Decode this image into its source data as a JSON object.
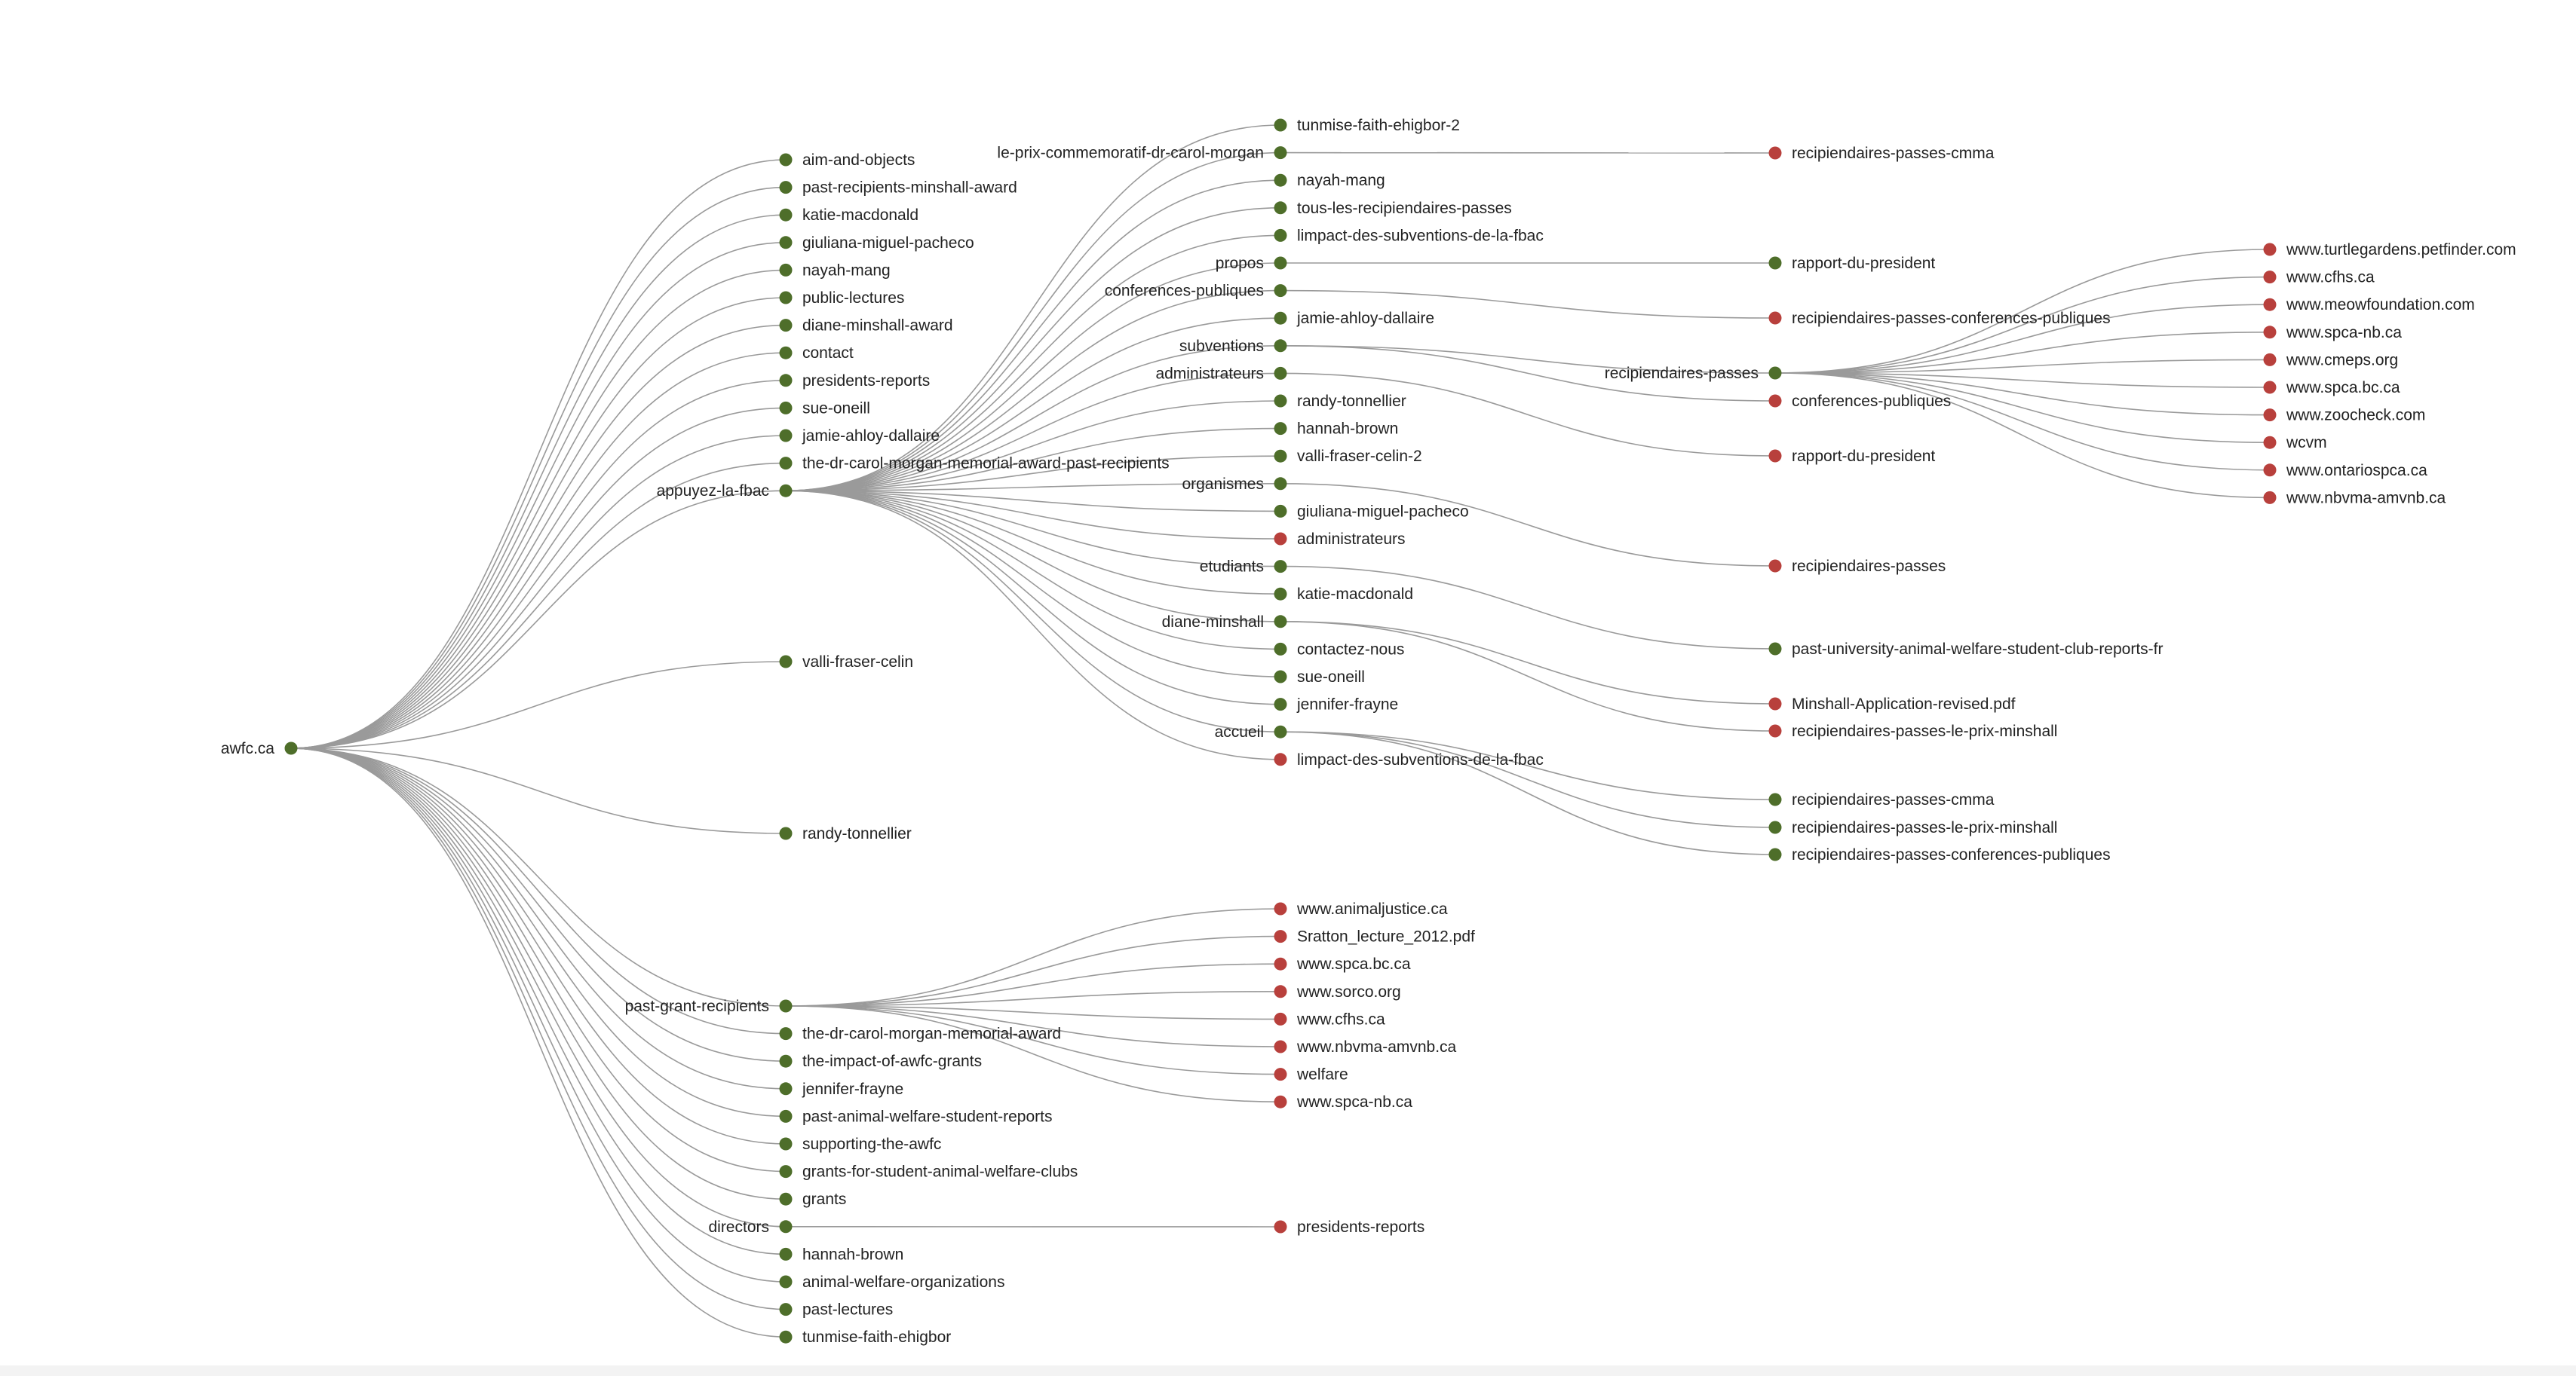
{
  "colors": {
    "internal": "#4e6e2a",
    "external": "#b8403c",
    "link": "#9a9a9a"
  },
  "tree": {
    "name": "awfc.ca",
    "type": "internal",
    "children": [
      {
        "name": "aim-and-objects",
        "type": "internal"
      },
      {
        "name": "past-recipients-minshall-award",
        "type": "internal"
      },
      {
        "name": "katie-macdonald",
        "type": "internal"
      },
      {
        "name": "giuliana-miguel-pacheco",
        "type": "internal"
      },
      {
        "name": "nayah-mang",
        "type": "internal"
      },
      {
        "name": "public-lectures",
        "type": "internal"
      },
      {
        "name": "diane-minshall-award",
        "type": "internal"
      },
      {
        "name": "contact",
        "type": "internal"
      },
      {
        "name": "presidents-reports",
        "type": "internal"
      },
      {
        "name": "sue-oneill",
        "type": "internal"
      },
      {
        "name": "jamie-ahloy-dallaire",
        "type": "internal"
      },
      {
        "name": "the-dr-carol-morgan-memorial-award-past-recipients",
        "type": "internal"
      },
      {
        "name": "appuyez-la-fbac",
        "type": "internal",
        "children": [
          {
            "name": "tunmise-faith-ehigbor-2",
            "type": "internal"
          },
          {
            "name": "le-prix-commemoratif-dr-carol-morgan",
            "type": "internal",
            "children": [
              {
                "name": "recipiendaires-passes-cmma",
                "type": "external"
              }
            ]
          },
          {
            "name": "nayah-mang",
            "type": "internal"
          },
          {
            "name": "tous-les-recipiendaires-passes",
            "type": "internal"
          },
          {
            "name": "limpact-des-subventions-de-la-fbac",
            "type": "internal"
          },
          {
            "name": "propos",
            "type": "internal",
            "children": [
              {
                "name": "rapport-du-president",
                "type": "internal"
              }
            ]
          },
          {
            "name": "conferences-publiques",
            "type": "internal",
            "children": [
              {
                "name": "recipiendaires-passes-conferences-publiques",
                "type": "external"
              }
            ]
          },
          {
            "name": "jamie-ahloy-dallaire",
            "type": "internal"
          },
          {
            "name": "subventions",
            "type": "internal",
            "children": [
              {
                "name": "recipiendaires-passes",
                "type": "internal",
                "children": [
                  {
                    "name": "www.turtlegardens.petfinder.com",
                    "type": "external"
                  },
                  {
                    "name": "www.cfhs.ca",
                    "type": "external"
                  },
                  {
                    "name": "www.meowfoundation.com",
                    "type": "external"
                  },
                  {
                    "name": "www.spca-nb.ca",
                    "type": "external"
                  },
                  {
                    "name": "www.cmeps.org",
                    "type": "external"
                  },
                  {
                    "name": "www.spca.bc.ca",
                    "type": "external"
                  },
                  {
                    "name": "www.zoocheck.com",
                    "type": "external"
                  },
                  {
                    "name": "wcvm",
                    "type": "external"
                  },
                  {
                    "name": "www.ontariospca.ca",
                    "type": "external"
                  },
                  {
                    "name": "www.nbvma-amvnb.ca",
                    "type": "external"
                  }
                ]
              },
              {
                "name": "conferences-publiques",
                "type": "external"
              }
            ]
          },
          {
            "name": "administrateurs",
            "type": "internal",
            "children": [
              {
                "name": "rapport-du-president",
                "type": "external"
              }
            ]
          },
          {
            "name": "randy-tonnellier",
            "type": "internal"
          },
          {
            "name": "hannah-brown",
            "type": "internal"
          },
          {
            "name": "valli-fraser-celin-2",
            "type": "internal"
          },
          {
            "name": "organismes",
            "type": "internal",
            "children": [
              {
                "name": "recipiendaires-passes",
                "type": "external"
              }
            ]
          },
          {
            "name": "giuliana-miguel-pacheco",
            "type": "internal"
          },
          {
            "name": "administrateurs",
            "type": "external"
          },
          {
            "name": "etudiants",
            "type": "internal",
            "children": [
              {
                "name": "past-university-animal-welfare-student-club-reports-fr",
                "type": "internal"
              }
            ]
          },
          {
            "name": "katie-macdonald",
            "type": "internal"
          },
          {
            "name": "diane-minshall",
            "type": "internal",
            "children": [
              {
                "name": "Minshall-Application-revised.pdf",
                "type": "external"
              },
              {
                "name": "recipiendaires-passes-le-prix-minshall",
                "type": "external"
              }
            ]
          },
          {
            "name": "contactez-nous",
            "type": "internal"
          },
          {
            "name": "sue-oneill",
            "type": "internal"
          },
          {
            "name": "jennifer-frayne",
            "type": "internal"
          },
          {
            "name": "accueil",
            "type": "internal",
            "children": [
              {
                "name": "recipiendaires-passes-cmma",
                "type": "internal"
              },
              {
                "name": "recipiendaires-passes-le-prix-minshall",
                "type": "internal"
              },
              {
                "name": "recipiendaires-passes-conferences-publiques",
                "type": "internal"
              }
            ]
          },
          {
            "name": "limpact-des-subventions-de-la-fbac",
            "type": "external"
          }
        ]
      },
      {
        "name": "valli-fraser-celin",
        "type": "internal"
      },
      {
        "name": "randy-tonnellier",
        "type": "internal"
      },
      {
        "name": "past-grant-recipients",
        "type": "internal",
        "children": [
          {
            "name": "www.animaljustice.ca",
            "type": "external"
          },
          {
            "name": "Sratton_lecture_2012.pdf",
            "type": "external"
          },
          {
            "name": "www.spca.bc.ca",
            "type": "external"
          },
          {
            "name": "www.sorco.org",
            "type": "external"
          },
          {
            "name": "www.cfhs.ca",
            "type": "external"
          },
          {
            "name": "www.nbvma-amvnb.ca",
            "type": "external"
          },
          {
            "name": "welfare",
            "type": "external"
          },
          {
            "name": "www.spca-nb.ca",
            "type": "external"
          }
        ]
      },
      {
        "name": "the-dr-carol-morgan-memorial-award",
        "type": "internal"
      },
      {
        "name": "the-impact-of-awfc-grants",
        "type": "internal"
      },
      {
        "name": "jennifer-frayne",
        "type": "internal"
      },
      {
        "name": "past-animal-welfare-student-reports",
        "type": "internal"
      },
      {
        "name": "supporting-the-awfc",
        "type": "internal"
      },
      {
        "name": "grants-for-student-animal-welfare-clubs",
        "type": "internal"
      },
      {
        "name": "grants",
        "type": "internal"
      },
      {
        "name": "directors",
        "type": "internal",
        "children": [
          {
            "name": "presidents-reports",
            "type": "external"
          }
        ]
      },
      {
        "name": "hannah-brown",
        "type": "internal"
      },
      {
        "name": "animal-welfare-organizations",
        "type": "internal"
      },
      {
        "name": "past-lectures",
        "type": "internal"
      },
      {
        "name": "tunmise-faith-ehigbor",
        "type": "internal"
      }
    ]
  }
}
